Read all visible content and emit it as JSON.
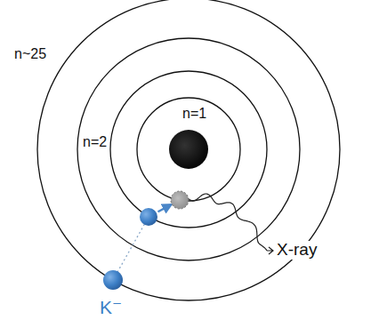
{
  "diagram": {
    "labels": [
      "n=1",
      "n=2",
      "n~25",
      "K⁻",
      "X-ray"
    ]
  }
}
